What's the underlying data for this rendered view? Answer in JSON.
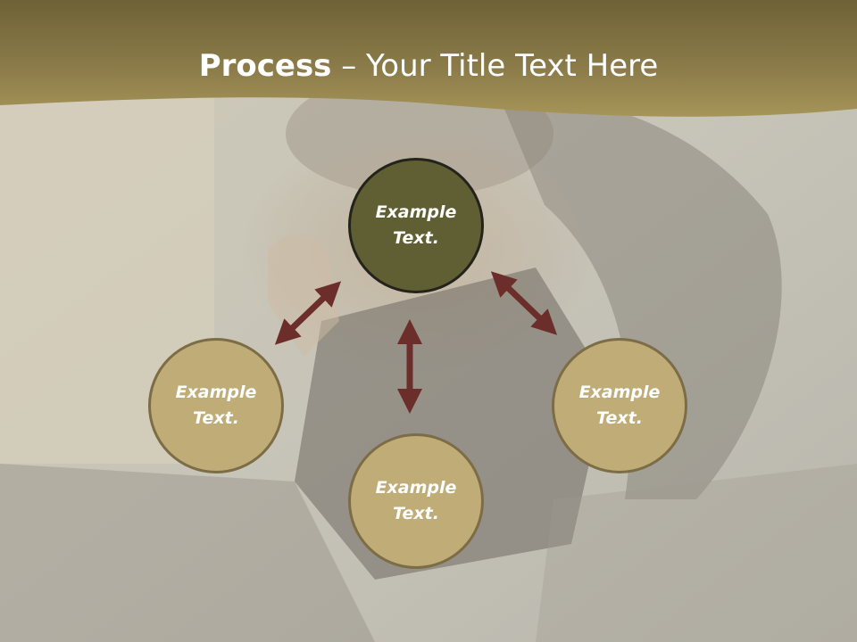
{
  "slide": {
    "title_bold": "Process",
    "title_rest": " – Your Title Text Here"
  },
  "nodes": {
    "center": {
      "line1": "Example",
      "line2": "Text."
    },
    "left": {
      "line1": "Example",
      "line2": "Text."
    },
    "right": {
      "line1": "Example",
      "line2": "Text."
    },
    "bottom": {
      "line1": "Example",
      "line2": "Text."
    }
  },
  "colors": {
    "header": "#8a7a48",
    "center_node": "#5f5f33",
    "outer_node": "#bfac77",
    "arrow": "#6b2e2a"
  }
}
